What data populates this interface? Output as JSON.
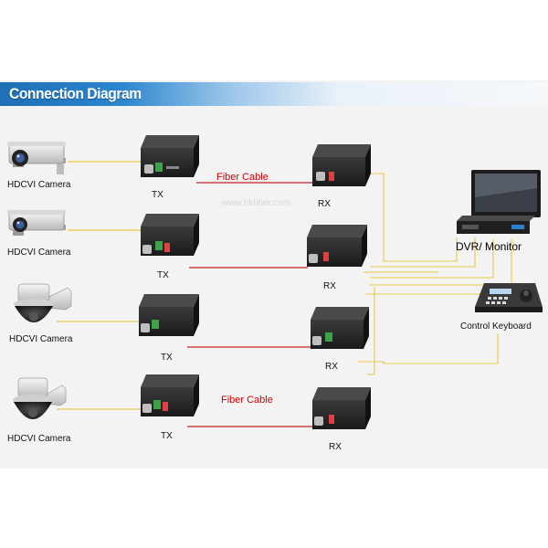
{
  "title": "Connection Diagram",
  "camera_label": "HDCVI Camera",
  "tx_label": "TX",
  "rx_label": "RX",
  "fiber_label": "Fiber Cable",
  "dvr_label": "DVR/ Monitor",
  "keyboard_label": "Control Keyboard",
  "watermark": "www.hkfiber.com",
  "colors": {
    "header_blue": "#2b86cf",
    "video_line": "#e8c84a",
    "fiber_line": "#c82020",
    "fiber_text": "#d00000"
  },
  "rows": [
    {
      "camera": "HDCVI Camera",
      "tx": "TX",
      "rx": "RX",
      "fiber": "Fiber Cable",
      "camera_type": "box-camera-icon"
    },
    {
      "camera": "HDCVI Camera",
      "tx": "TX",
      "rx": "RX",
      "fiber": "",
      "camera_type": "box-camera-icon"
    },
    {
      "camera": "HDCVI Camera",
      "tx": "TX",
      "rx": "RX",
      "fiber": "",
      "camera_type": "dome-camera-icon"
    },
    {
      "camera": "HDCVI Camera",
      "tx": "TX",
      "rx": "RX",
      "fiber": "Fiber Cable",
      "camera_type": "dome-camera-icon"
    }
  ]
}
